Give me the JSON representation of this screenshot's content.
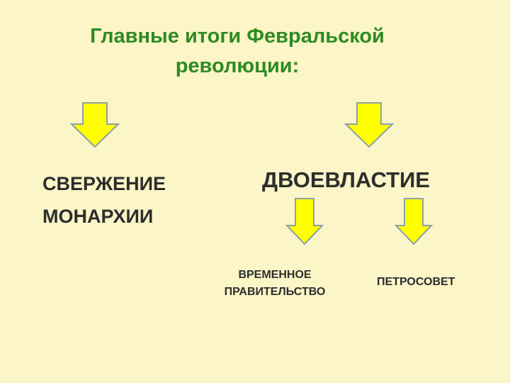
{
  "title": {
    "line1": "Главные итоги Февральской",
    "line2": "революции:"
  },
  "left_branch": {
    "line1": "СВЕРЖЕНИЕ",
    "line2": "МОНАРХИИ"
  },
  "right_branch": {
    "label": "ДВОЕВЛАСТИЕ"
  },
  "sub_branches": {
    "government_line1": "ВРЕМЕННОЕ",
    "government_line2": "ПРАВИТЕЛЬСТВО",
    "soviet": "ПЕТРОСОВЕТ"
  },
  "colors": {
    "background": "#fbf5c8",
    "title": "#2e8b22",
    "text": "#2d2d2d",
    "arrow_fill": "#ffff00",
    "arrow_stroke": "#8f9fa8"
  },
  "icons": {
    "arrow": "down-arrow-icon"
  }
}
